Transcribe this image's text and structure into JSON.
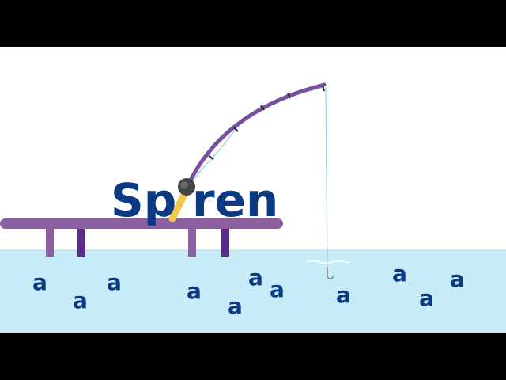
{
  "word": {
    "left": "Sp",
    "right": "ren"
  },
  "water_letters": [
    "a",
    "a",
    "a",
    "a",
    "a",
    "a",
    "a",
    "a",
    "a",
    "a",
    "a"
  ],
  "colors": {
    "background": "#ffffff",
    "letterbox": "#000000",
    "water": "#c8ebf8",
    "text": "#0c3a82",
    "dock": "#8b5fa0",
    "dock_posts_dark": "#5a2e88",
    "rod": "#7b4fa0",
    "rod_handle": "#f2c94c",
    "reel": "#444444",
    "line": "#8fd0ea",
    "hook": "#888888"
  },
  "icons": {
    "hook": "fishing-hook-icon",
    "reel": "fishing-reel-icon"
  }
}
